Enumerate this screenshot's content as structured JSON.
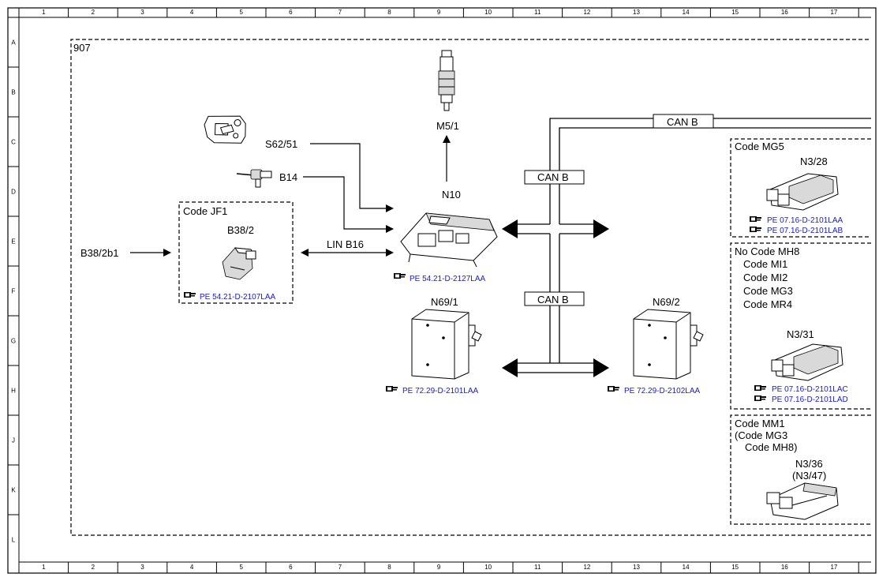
{
  "grid": {
    "columns": [
      "1",
      "2",
      "3",
      "4",
      "5",
      "6",
      "7",
      "8",
      "9",
      "10",
      "11",
      "12",
      "13",
      "14",
      "15",
      "16",
      "17"
    ],
    "rows": [
      "A",
      "B",
      "C",
      "D",
      "E",
      "F",
      "G",
      "H",
      "J",
      "K",
      "L"
    ]
  },
  "diagram": {
    "frame_label": "907",
    "components": {
      "m5_1": "M5/1",
      "s62_51": "S62/51",
      "b14": "B14",
      "n10": "N10",
      "b38_2b1": "B38/2b1",
      "b38_2": "B38/2",
      "n69_1": "N69/1",
      "n69_2": "N69/2"
    },
    "buses": {
      "lin_b16": "LIN B16",
      "can_b_top": "CAN B",
      "can_b_trunk_upper": "CAN B",
      "can_b_trunk_lower": "CAN B"
    },
    "code_jf1": {
      "title": "Code JF1",
      "ref": "PE 54.21-D-2107LAA"
    },
    "refs": {
      "n10": "PE 54.21-D-2127LAA",
      "n69_1": "PE 72.29-D-2101LAA",
      "n69_2": "PE 72.29-D-2102LAA"
    },
    "code_mg5": {
      "title": "Code MG5",
      "component": "N3/28",
      "refs": [
        "PE 07.16-D-2101LAA",
        "PE 07.16-D-2101LAB"
      ]
    },
    "no_code_mh8": {
      "title": "No Code MH8",
      "codes": [
        "Code MI1",
        "Code MI2",
        "Code MG3",
        "Code MR4"
      ],
      "component": "N3/31",
      "refs": [
        "PE 07.16-D-2101LAC",
        "PE 07.16-D-2101LAD"
      ]
    },
    "code_mm1": {
      "title": "Code MM1",
      "lines": [
        "(Code MG3",
        "Code MH8)"
      ],
      "component": "N3/36",
      "component_alt": "(N3/47)"
    },
    "icons": {
      "ref": "pointing-hand-icon"
    }
  }
}
